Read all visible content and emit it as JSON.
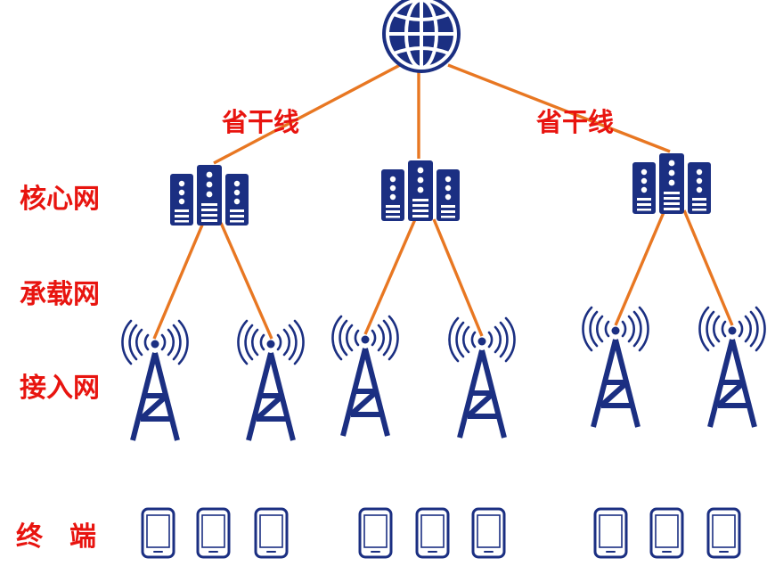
{
  "colors": {
    "icon": "#1b2f82",
    "link": "#e87722",
    "label": "#e8140f"
  },
  "top": {
    "icon": "globe-icon"
  },
  "link_labels": [
    "省干线",
    "省干线"
  ],
  "row_labels": {
    "core": "核心网",
    "bearer": "承载网",
    "access": "接入网",
    "terminal": "终　端"
  },
  "core_nodes": [
    {
      "icon": "server-rack-icon"
    },
    {
      "icon": "server-rack-icon"
    },
    {
      "icon": "server-rack-icon"
    }
  ],
  "access_nodes": [
    {
      "icon": "cell-tower-icon"
    },
    {
      "icon": "cell-tower-icon"
    },
    {
      "icon": "cell-tower-icon"
    },
    {
      "icon": "cell-tower-icon"
    },
    {
      "icon": "cell-tower-icon"
    },
    {
      "icon": "cell-tower-icon"
    }
  ],
  "terminals": [
    {
      "icon": "mobile-phone-icon"
    },
    {
      "icon": "mobile-phone-icon"
    },
    {
      "icon": "mobile-phone-icon"
    },
    {
      "icon": "mobile-phone-icon"
    },
    {
      "icon": "mobile-phone-icon"
    },
    {
      "icon": "mobile-phone-icon"
    },
    {
      "icon": "mobile-phone-icon"
    },
    {
      "icon": "mobile-phone-icon"
    },
    {
      "icon": "mobile-phone-icon"
    }
  ]
}
